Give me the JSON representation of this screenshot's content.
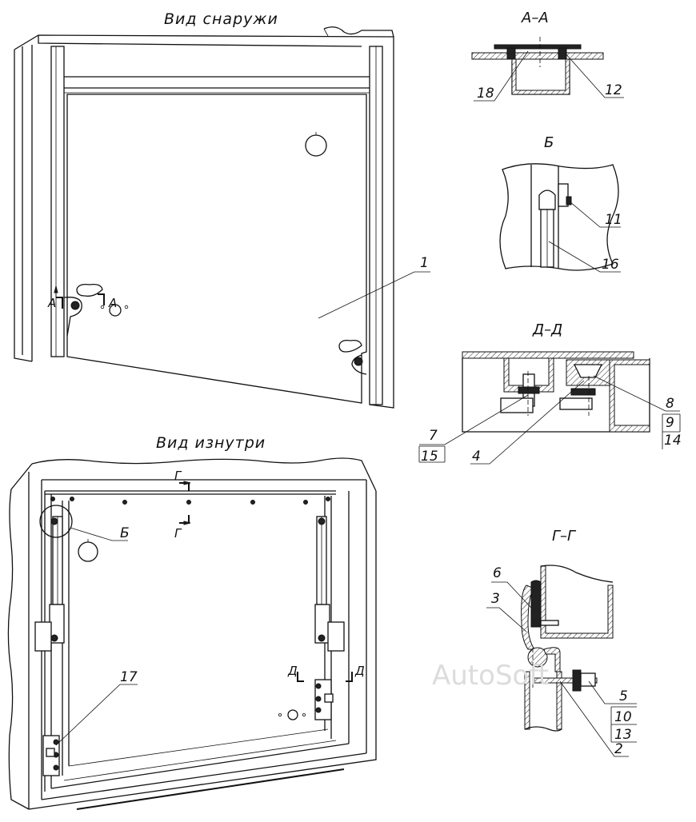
{
  "views": {
    "outside_title": "Вид снаружи",
    "inside_title": "Вид изнутри",
    "watermark": "AutoSoft"
  },
  "sections": {
    "aa": "А–А",
    "b": "Б",
    "dd": "Д–Д",
    "gg": "Г–Г"
  },
  "markers": {
    "a_left": "А",
    "a_right": "А",
    "g_top": "Г",
    "g_bottom": "Г",
    "d_left": "Д",
    "d_right": "Д",
    "b_circle": "Б"
  },
  "callouts": {
    "c1": "1",
    "c2": "2",
    "c3": "3",
    "c4": "4",
    "c5": "5",
    "c6": "6",
    "c7": "7",
    "c8": "8",
    "c9": "9",
    "c10": "10",
    "c11": "11",
    "c12": "12",
    "c13": "13",
    "c14": "14",
    "c15": "15",
    "c16": "16",
    "c17": "17",
    "c18": "18"
  }
}
